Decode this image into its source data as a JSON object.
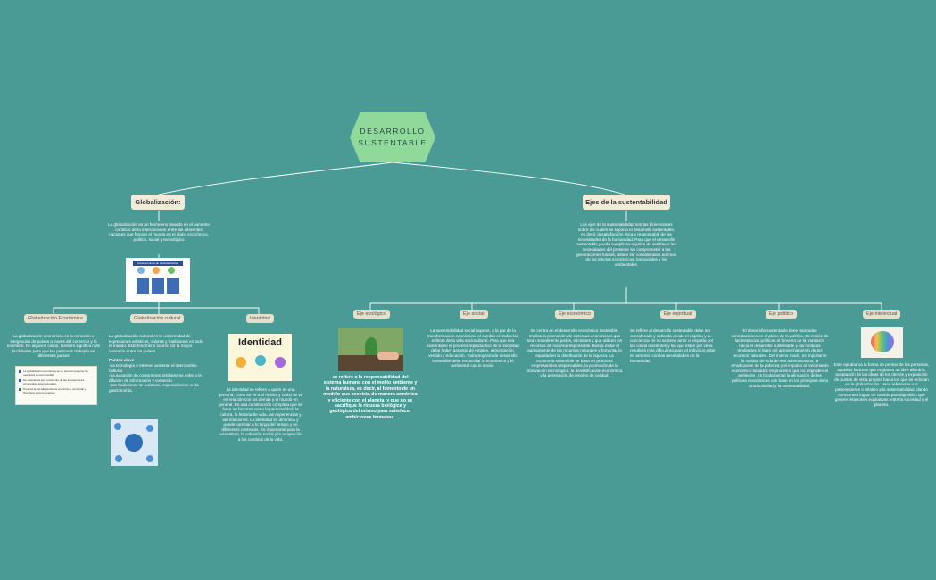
{
  "central": {
    "line1": "DESARROLLO",
    "line2": "SUSTENTABLE"
  },
  "globalizacion": {
    "label": "Globalización:",
    "desc": "La globalización es un fenómeno basado en el aumento continuo de la interconexión entre las diferentes naciones que forman el mundo en el plano económico, político, social y tecnológico",
    "image_title": "Características de la Globalización",
    "children": {
      "economica": {
        "label": "Globalización Económica",
        "desc": "La globalización económica es la conexión e integración de países a través del comercio y la inversión. En algunos casos, también significa más facilidades para que las personas trabajen en diferentes países",
        "card_items": [
          "La globalización económica es un proceso que une los mercados a nivel mundial.",
          "Se caracteriza por el aumento de las transacciones comerciales internacionales.",
          "Provoca la interdependencia económica, comercial y financiera entre los países."
        ]
      },
      "cultural": {
        "label": "Globalización cultural",
        "desc": "La globalización cultural es la uniformidad de expresiones artísticas, valores y tradiciones en todo el mundo. Este fenómeno ocurre por la mayor conexión entre los países.",
        "points_title": "Puntos clave",
        "points": [
          "-La tecnología e Internet aceleran el intercambio cultural.",
          "-La adopción de costumbres similares se debe a la difusión de información y comercio.",
          "-Las tradiciones se fusionan, especialmente en la gastronomía."
        ]
      },
      "identidad": {
        "label": "Identidad",
        "image_title": "Identidad",
        "desc": "La identidad se refiere a quien es una persona, como se ve a sí misma y como se ve en relación con los demás y el mundo en general. Es una construcción compleja que se basa en factores como la personalidad, la cultura, la historia de vida, las experiencias y las relaciones. La identidad es dinámica y puede cambiar a lo largo del tiempo y en diferentes contextos. Es importante para la autoestima, la cohesión social y la adaptación a los cambios de la vida."
      }
    }
  },
  "ejes": {
    "label": "Ejes de la sustentabilidad",
    "desc": "Los ejes de la sustentabilidad son las dimensiones sobre las cuales se soporta el desarrollo sustentable, es decir, la satisfacción ética y responsable de las necesidades de la humanidad. Para que el desarrollo sustentable pueda cumplir su objetivo de satisfacer las necesidades del presente sin comprometer a las generaciones futuras, deben ser considerados además de los efectos económicos, los sociales y los ambientales.",
    "children": {
      "ecologico": {
        "label": "Eje ecológico",
        "desc": "se refiere a la responsabilidad del sistema humano con el medio ambiente y la naturaleza, es decir, al fomento de un modelo que coexista de manera armónica y eficiente con el planeta, y que no se sacrifique la riqueza biológica y geológica del mismo para satisfacer ambiciones humanas."
      },
      "social": {
        "label": "Eje social",
        "desc": "La sustentabilidad social supone, a la par de la transformación económica, el cambio en todas las esferas de la vida sociocultural. Para que sea sustentable el proceso reproductivo de la sociedad debe haber garantía de empleo, alimentación, vestido y educación. Todo proyecto de desarrollo sostenible debe reconciliar lo económico y lo ambiental con lo social."
      },
      "economico": {
        "label": "Eje económico",
        "desc": "Se centra en el desarrollo económico sostenible. Implica la promoción de sistemas económicos que sean socialmente justos, eficientes y que utilicen los recursos de manera responsable. Busca evitar el agotamiento de los recursos naturales y fomentar la equidad en la distribución de la riqueza. La economía sostenible se basa en prácticas empresariales responsables, la promoción de la innovación tecnológica, la diversificación económica y la generación de empleo de calidad."
      },
      "espiritual": {
        "label": "Eje espiritual",
        "desc": "Se refiere al desarrollo sustentable debe ser considerado y aplicado desde el espíritu y la conciencia. Si no se tiene amor o empatía por las cosas existentes y las que están por venir, resultará mas dificultoso para el individuo estar en armonía con las necesidades de la humanidad."
      },
      "politico": {
        "label": "Eje político",
        "desc": "El desarrollo sustentable tiene marcadas connotaciones en el plano de lo político. Es misión de las instancias políticas el fomento de la transición hacia el desarrollo sustentable y las medidas tendientes al logro del aprovechamiento de los recursos naturales. Del mismo modo, es importante la calidad de vida de sus administrados, la erradicación de la pobreza y el impulso al crecimiento económico basados en procesos que no degraden el ambiente. Es fundamental la alineación de las políticas económicas con base en los principios de la productividad y la sustentabilidad."
      },
      "intelectual": {
        "label": "Eje intelectual",
        "desc": "Este eje abarca la forma de pensar de las personas, aquellos factores que engloban un libre albedrío, aceptación de las ideas de los demás y exposición de puntos de vista propios hacia los que se enfocan en la globalización. Hace referencia a lo perteneciente o relativo a la sustentabilidad, dando como meta lograr un cambio paradigmático que genere relaciones equitativas entre la sociedad y el planeta."
      }
    }
  },
  "colors": {
    "background": "#4a9a96",
    "central": "#8fd99a",
    "main_node": "#f1ecd9",
    "sub_node": "#e6dfcb",
    "lines": "#ffffff"
  }
}
